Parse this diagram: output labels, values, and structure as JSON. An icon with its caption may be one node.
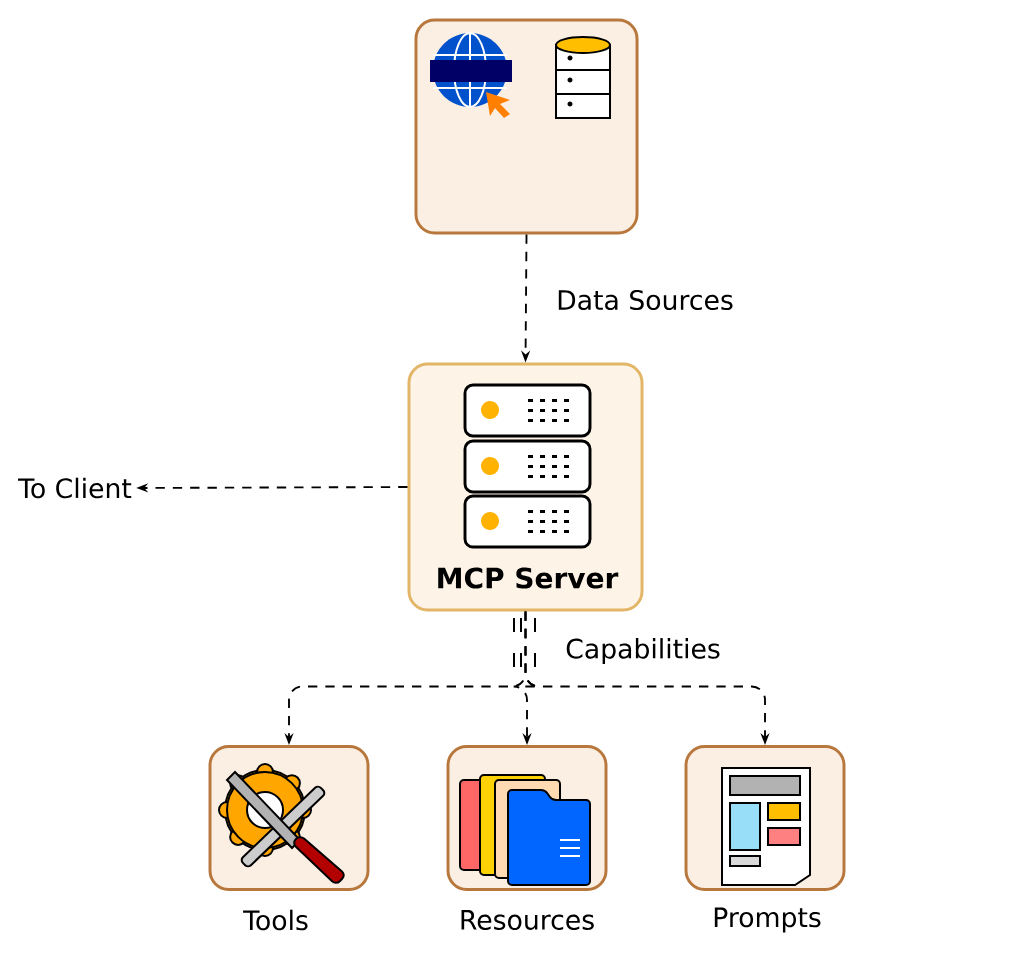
{
  "diagram": {
    "nodes": [
      {
        "text": [],
        "shape": "box"
      },
      {
        "text": [
          "MCP Server"
        ]
      },
      {
        "text": [
          "To Client"
        ]
      },
      {
        "text": [
          "Tools"
        ]
      },
      {
        "text": [
          "Resources"
        ]
      },
      {
        "text": [
          "Prompts"
        ]
      }
    ],
    "edges": [
      {
        "from": 0,
        "to": 1,
        "arrow": "to",
        "style": "dashed",
        "label": "Data Sources"
      },
      {
        "from": 1,
        "to": 2,
        "arrow": "to",
        "style": "dashed"
      },
      {
        "from": 1,
        "to": 3,
        "arrow": "to",
        "style": "dashed"
      },
      {
        "from": 1,
        "to": 4,
        "arrow": "to",
        "style": "dashed",
        "label": "Capabilities"
      },
      {
        "from": 1,
        "to": 5,
        "arrow": "to",
        "style": "dashed"
      }
    ]
  }
}
